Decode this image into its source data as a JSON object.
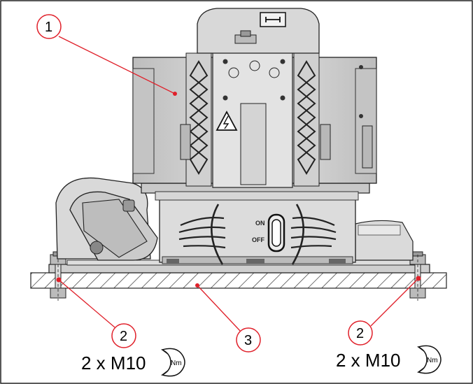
{
  "callouts": [
    {
      "number": "1",
      "target": "motor-housing"
    },
    {
      "number": "2",
      "target": "left-mounting-bolt"
    },
    {
      "number": "3",
      "target": "base-surface"
    },
    {
      "number": "2",
      "target": "right-mounting-bolt"
    }
  ],
  "switch": {
    "on_label": "ON",
    "off_label": "OFF"
  },
  "specs": {
    "left_text": "2 x M10",
    "right_text": "2 x M10",
    "torque_unit": "Nm"
  },
  "colors": {
    "callout_line": "#e0202a",
    "outline": "#1a1a1a",
    "housing_gray": "#d4d4d4",
    "base_gray": "#c8c8c8"
  }
}
